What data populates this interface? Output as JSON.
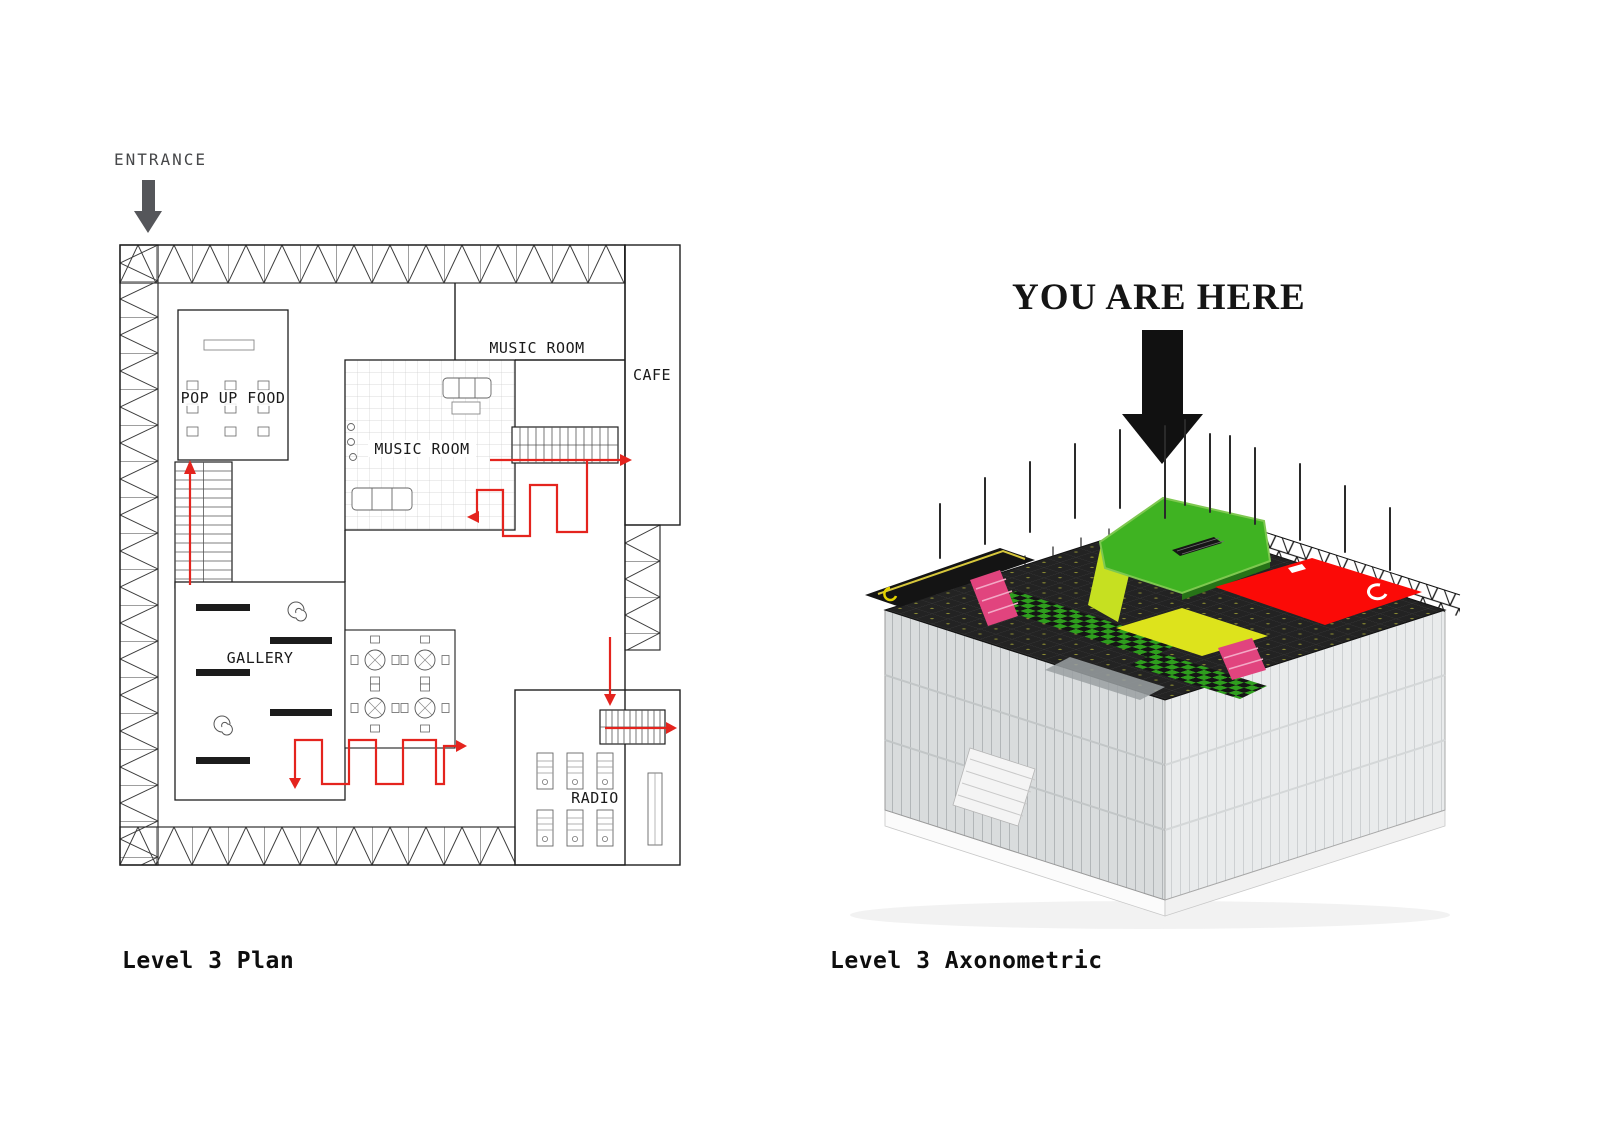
{
  "plan": {
    "caption": "Level 3 Plan",
    "entrance": "ENTRANCE",
    "rooms": {
      "pop_up_food": "POP UP FOOD",
      "music_room_upper": "MUSIC ROOM",
      "music_room_lower": "MUSIC ROOM",
      "cafe": "CAFE",
      "gallery": "GALLERY",
      "radio": "RADIO"
    }
  },
  "axon": {
    "caption": "Level 3 Axonometric",
    "marker": "YOU ARE HERE"
  },
  "colors": {
    "route_red": "#e4241e",
    "entrance_arrow_gray": "#55565a",
    "marker_arrow_black": "#111111",
    "axon_green": "#3fb322",
    "axon_lime": "#dde31c",
    "axon_red": "#fb0a07",
    "axon_pink": "#e1447e"
  }
}
